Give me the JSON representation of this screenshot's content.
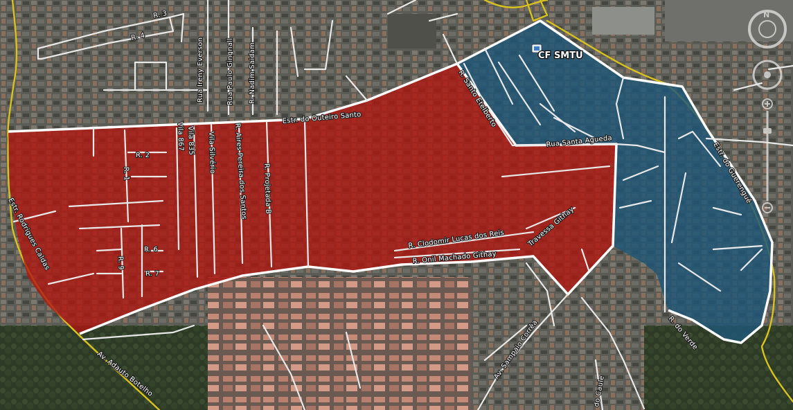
{
  "colors": {
    "red_zone": "#b1140f",
    "blue_zone": "#1e5777",
    "highway": "#d9c21e",
    "street": "#e9e9e9"
  },
  "icons": [
    "placemark-icon",
    "compass-rose-icon",
    "zoom-slider-icon"
  ],
  "placemark": {
    "label": "CF SMTU"
  },
  "street_labels": [
    "R. 3",
    "R. 4",
    "Rua Ireny Everson",
    "Rua Paulo Gingnall",
    "R. Nadim Saidam",
    "Estr. do Outeiro Santo",
    "R. Santo Etelberto",
    "Rua Santa Agueda",
    "Estr. do Guerenguê",
    "Vila 867",
    "Vila 835",
    "Vila Silvério",
    "R. Aires Pereira dos Santos",
    "R. Projetada B",
    "R. 2",
    "R. 1",
    "R. 6",
    "R. 9",
    "R. 7",
    "Estr. Rodrigues Caldas",
    "R. Clodomir Lucas dos Reis",
    "R. Onil Machado Githay",
    "Travessa Githay",
    "Av. Adauto Botelho",
    "Av. Sampaio Corrêa",
    "R. do Verde",
    "do Caule"
  ]
}
